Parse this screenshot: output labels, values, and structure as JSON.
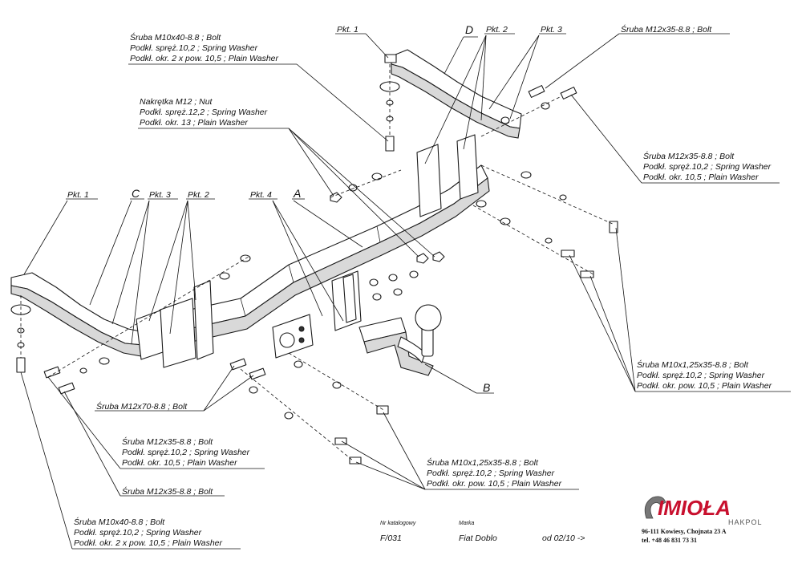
{
  "callouts": {
    "top_left_bolt": [
      "Śruba M10x40-8.8 ; Bolt",
      "Podkł. spręż.10,2 ; Spring Washer",
      "Podkł. okr. 2 x pow. 10,5 ; Plain Washer"
    ],
    "nut_group": [
      "Nakrętka M12 ; Nut",
      "Podkł. spręż.12,2 ; Spring Washer",
      "Podkł. okr. 13 ; Plain Washer"
    ],
    "top_right_bolt": "Śruba M12x35-8.8 ; Bolt",
    "right_bolt_group": [
      "Śruba M12x35-8.8 ; Bolt",
      "Podkł. spręż.10,2 ; Spring Washer",
      "Podkł. okr. 10,5 ; Plain Washer"
    ],
    "right_lower_group": [
      "Śruba M10x1,25x35-8.8 ; Bolt",
      "Podkł. spręż.10,2 ; Spring Washer",
      "Podkł. okr. pow. 10,5 ; Plain Washer"
    ],
    "m12x70": "Śruba M12x70-8.8 ; Bolt",
    "left_m12x35_group": [
      "Śruba M12x35-8.8 ; Bolt",
      "Podkł. spręż.10,2 ; Spring Washer",
      "Podkł. okr. 10,5 ; Plain Washer"
    ],
    "left_m12x35_bolt": "Śruba M12x35-8.8 ; Bolt",
    "center_bottom_group": [
      "Śruba M10x1,25x35-8.8 ; Bolt",
      "Podkł. spręż.10,2 ; Spring Washer",
      "Podkł. okr. pow. 10,5 ; Plain Washer"
    ],
    "bottom_left_group": [
      "Śruba M10x40-8.8 ; Bolt",
      "Podkł. spręż.10,2 ; Spring Washer",
      "Podkł. okr. 2 x pow. 10,5 ; Plain Washer"
    ]
  },
  "points": {
    "pkt1": "Pkt. 1",
    "pkt2": "Pkt. 2",
    "pkt3": "Pkt. 3",
    "pkt4": "Pkt. 4",
    "A": "A",
    "B": "B",
    "C": "C",
    "D": "D"
  },
  "footer": {
    "catalog_label": "Nr katalogowy",
    "catalog_value": "F/031",
    "brand_label": "Marka",
    "brand_value": "Fiat Doblo",
    "date_value": "od 02/10 ->"
  },
  "logo": {
    "name": "IMIOŁA",
    "sub": "HAKPOL",
    "address": "96-111 Kowiesy, Chojnata 23 A",
    "phone": "tel. +48 46 831 73 31"
  }
}
